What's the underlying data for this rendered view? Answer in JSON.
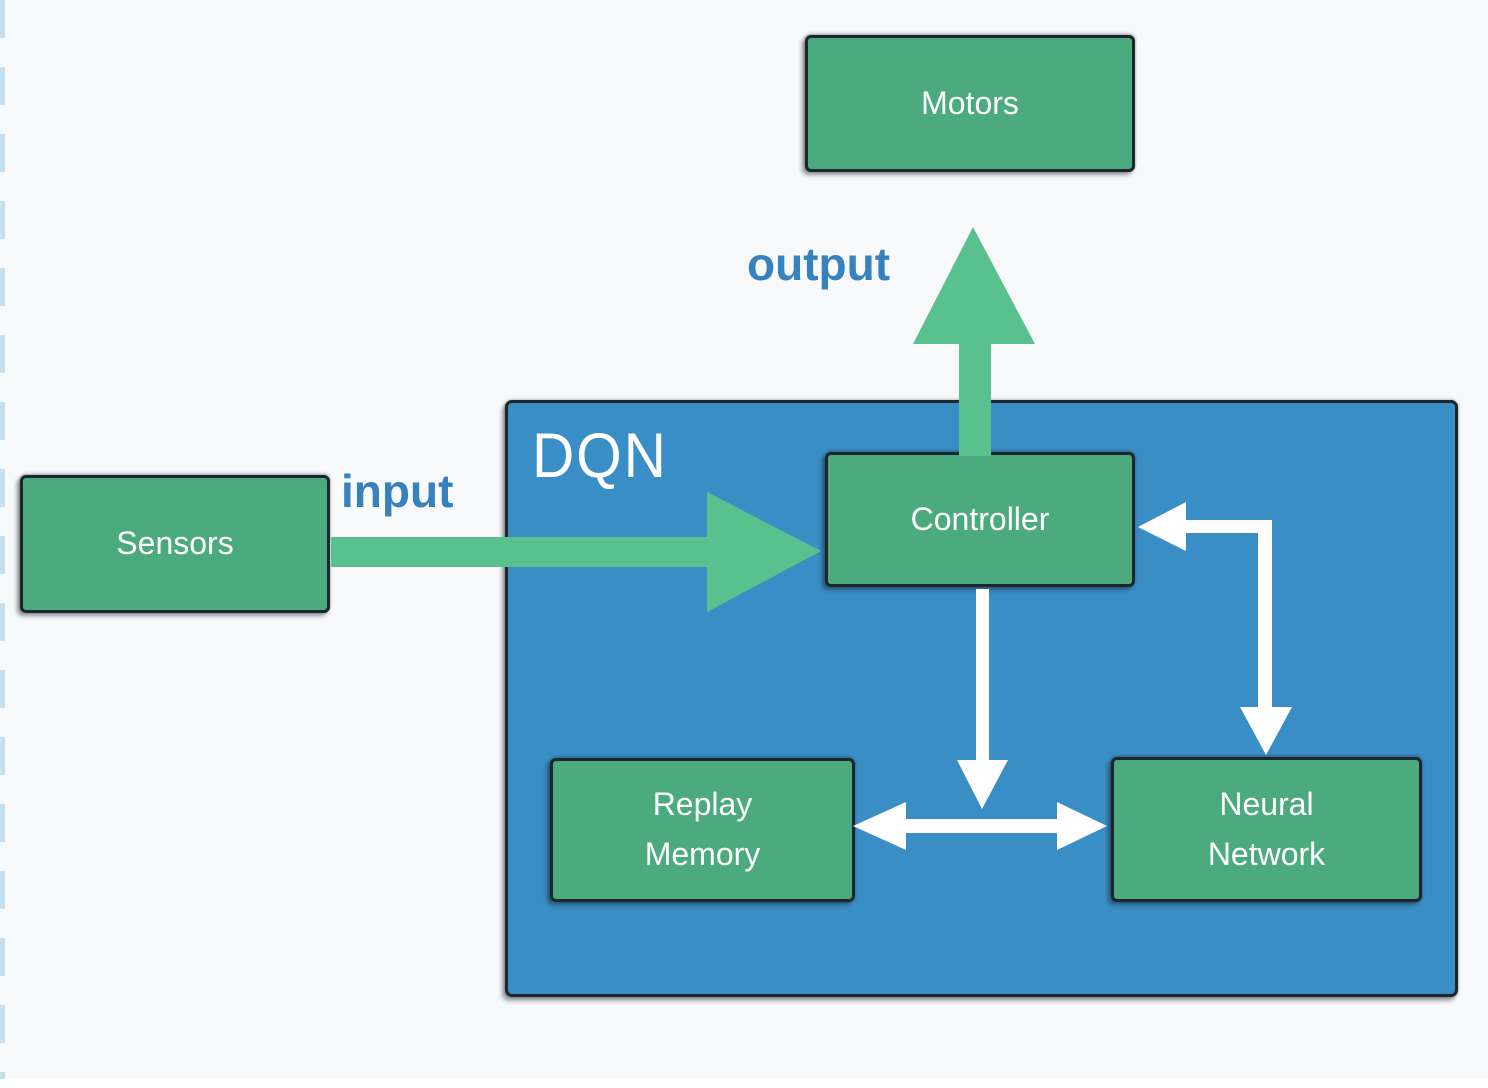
{
  "diagram": {
    "title": "DQN",
    "nodes": {
      "motors": {
        "label": "Motors"
      },
      "sensors": {
        "label": "Sensors"
      },
      "controller": {
        "label": "Controller"
      },
      "replay_memory": {
        "line1": "Replay",
        "line2": "Memory"
      },
      "neural_network": {
        "line1": "Neural",
        "line2": "Network"
      }
    },
    "edge_labels": {
      "input": "input",
      "output": "output"
    },
    "edges": [
      {
        "from": "Sensors",
        "to": "Controller",
        "label": "input",
        "color": "#58c18d",
        "bidirectional": false
      },
      {
        "from": "Controller",
        "to": "Motors",
        "label": "output",
        "color": "#58c18d",
        "bidirectional": false
      },
      {
        "from": "Controller",
        "to": "Replay Memory / Neural Network junction",
        "label": "",
        "color": "#ffffff",
        "bidirectional": false
      },
      {
        "from": "Replay Memory",
        "to": "Neural Network",
        "label": "",
        "color": "#ffffff",
        "bidirectional": true
      },
      {
        "from": "Neural Network side",
        "to": "Controller and Neural Network",
        "label": "",
        "color": "#ffffff",
        "bidirectional": true
      }
    ]
  },
  "colors": {
    "node_fill": "#4cab7e",
    "arrow_green": "#58c18d",
    "dqn_fill": "#3a8ec6",
    "label_blue": "#3781bd",
    "white": "#ffffff",
    "background": "#f7f9fb",
    "border_dark": "#1c262c",
    "left_dash": "#c3e0f2"
  }
}
